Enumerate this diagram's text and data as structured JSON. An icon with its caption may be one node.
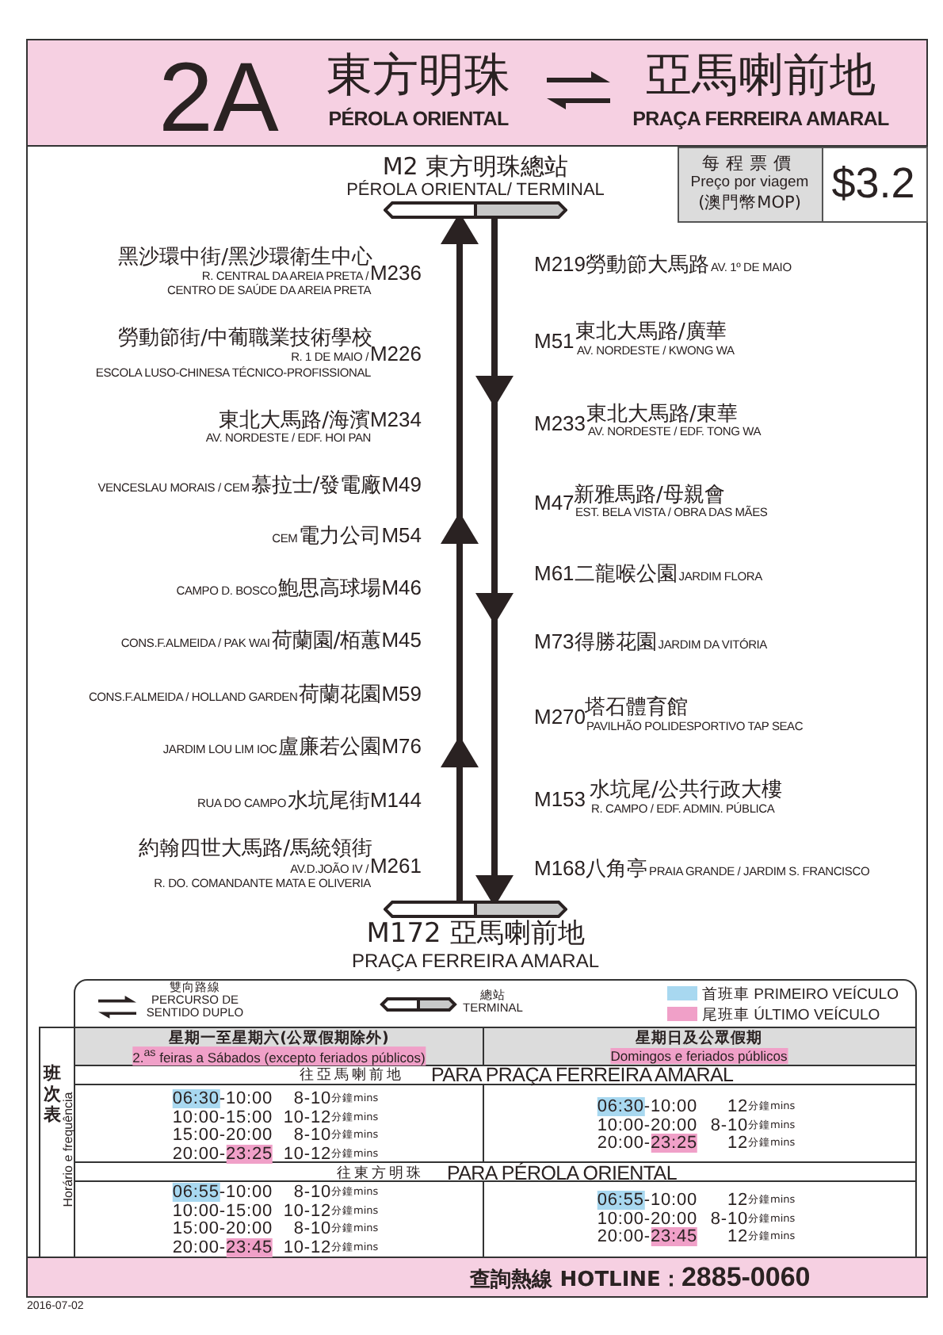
{
  "diagram": {
    "nodes": [
      {
        "text": [
          "M2 東方明珠總站",
          "PÉROLA ORIENTAL/ TERMINAL"
        ]
      },
      {
        "text": [
          "M172 亞馬喇前地",
          "PRAÇA FERREIRA AMARAL"
        ]
      }
    ],
    "edges": [
      {
        "from": 1,
        "to": 0,
        "arrow": "to"
      },
      {
        "from": 0,
        "to": 1,
        "arrow": "to"
      }
    ],
    "labels": [
      "2A",
      "東方明珠",
      "PÉROLA ORIENTAL",
      "亞馬喇前地",
      "PRAÇA FERREIRA AMARAL",
      "每程票價",
      "Preço por viagem",
      "(澳門幣MOP)",
      "$3.2",
      "黑沙環中街/黑沙環衛生中心",
      "R. CENTRAL DA AREIA PRETA /",
      "M236",
      "CENTRO DE SAÚDE DA AREIA PRETA",
      "勞動節街/中葡職業技術學校",
      "R. 1 DE MAIO /",
      "M226",
      "ESCOLA LUSO-CHINESA TÉCNICO-PROFISSIONAL",
      "東北大馬路/海濱",
      "M234",
      "AV. NORDESTE / EDF. HOI PAN",
      "VENCESLAU MORAIS / CEM",
      "慕拉士/發電廠",
      "M49",
      "CEM",
      "電力公司",
      "M54",
      "CAMPO  D. BOSCO",
      "鮑思高球場",
      "M46",
      "CONS.F.ALMEIDA / PAK WAI",
      "荷蘭園/栢蕙",
      "M45",
      "CONS.F.ALMEIDA / HOLLAND GARDEN",
      "荷蘭花園",
      "M59",
      "JARDIM LOU LIM IOC",
      "盧廉若公園",
      "M76",
      "RUA DO CAMPO",
      "水坑尾街",
      "M144",
      "約翰四世大馬路/馬統領街",
      "AV.D.JOÃO IV /",
      "M261",
      "R. DO. COMANDANTE MATA E OLIVERIA",
      "M219",
      "勞動節大馬路",
      "AV. 1º DE MAIO",
      "M51",
      "東北大馬路/廣華",
      "AV. NORDESTE / KWONG WA",
      "M233",
      "東北大馬路/東華",
      "AV. NORDESTE / EDF. TONG WA",
      "M47",
      "新雅馬路/母親會",
      "EST. BELA VISTA / OBRA DAS MÃES",
      "M61",
      "二龍喉公園",
      "JARDIM FLORA",
      "M73",
      "得勝花園",
      "JARDIM DA VITÓRIA",
      "M270",
      "塔石體育館",
      "PAVILHÃO POLIDESPORTIVO TAP SEAC",
      "M153",
      "水坑尾/公共行政大樓",
      "R. CAMPO / EDF. ADMIN. PÚBLICA",
      "M168",
      "八角亭",
      "PRAIA GRANDE / JARDIM S. FRANCISCO",
      "星期一至星期六(公眾假期除外)",
      "2.$^{as}$ feiras a Sábados (excepto feriados públicos)",
      "星期日及公眾假期",
      "Domingos e feriados públicos",
      "往亞馬喇前地",
      "PARA PRAÇA FERREIRA AMARAL",
      "06:30",
      "-10:00",
      "8-10",
      "分鐘mins",
      "10:00-15:00",
      "10-12",
      "分鐘mins",
      "15:00-20:00",
      "8-10",
      "分鐘mins",
      "20:00-",
      "23:25",
      "10-12",
      "分鐘mins",
      "06:30",
      "-10:00",
      "12",
      "分鐘mins",
      "10:00-20:00",
      "8-10",
      "分鐘mins",
      "20:00-",
      "23:25",
      "12",
      "分鐘mins",
      "往東方明珠",
      "PARA PÉROLA ORIENTAL",
      "06:55",
      "-10:00",
      "8-10",
      "分鐘mins",
      "10:00-15:00",
      "10-12",
      "分鐘mins",
      "15:00-20:00",
      "8-10",
      "分鐘mins",
      "20:00-",
      "23:45",
      "10-12",
      "分鐘mins",
      "06:55",
      "-10:00",
      "12",
      "分鐘mins",
      "10:00-20:00",
      "8-10",
      "分鐘mins",
      "20:00-",
      "23:45",
      "12",
      "分鐘mins",
      "班次表",
      "Horário e frequência",
      "查詢熱線 HOTLINE：",
      "2885-0060",
      "2016-07-02"
    ],
    "legend": [
      {
        "text": "雙向路線 PERCURSO DE SENTIDO DUPLO"
      },
      {
        "text": "總站 TERMINAL"
      },
      {
        "text": "首班車 PRIMEIRO VEÍCULO",
        "color": "#a8d8f0"
      },
      {
        "text": "尾班車 ÚLTIMO VEÍCULO",
        "color": "#f0a0c8"
      }
    ]
  }
}
